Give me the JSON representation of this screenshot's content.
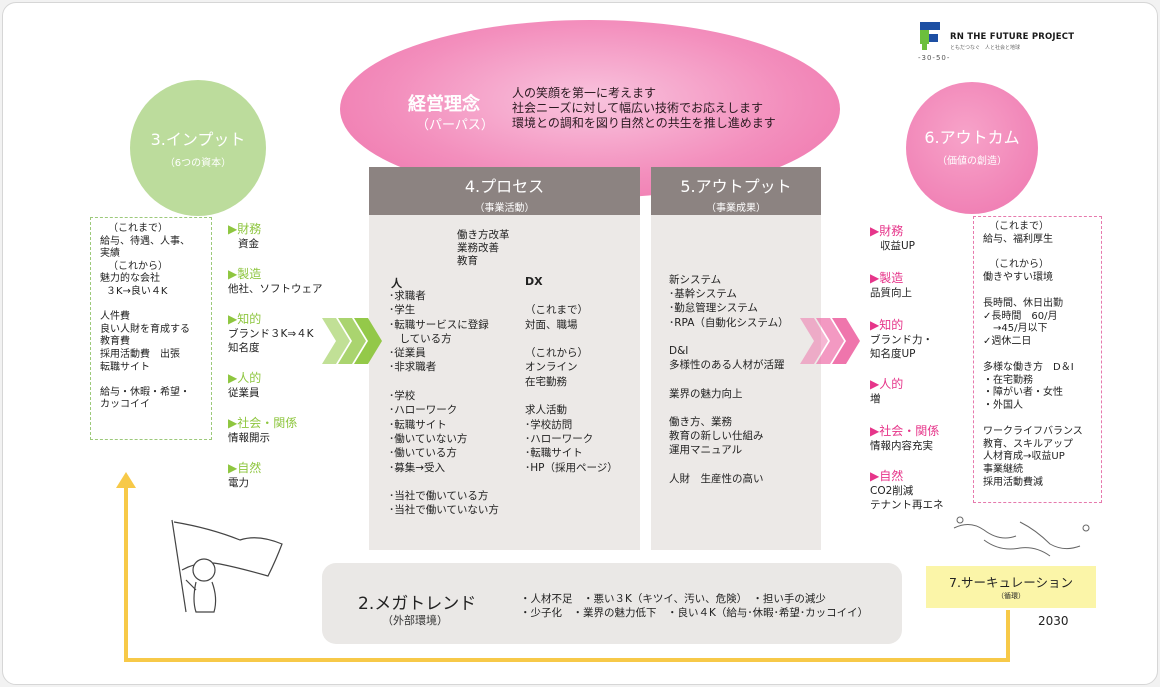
{
  "logo": {
    "title": "RN THE FUTURE PROJECT",
    "subtitle": "ともだつなぐ　人と社会と地球",
    "number": "-30-50-",
    "colors": {
      "green": "#6cbf3d",
      "blue": "#1d4fa3"
    }
  },
  "purpose": {
    "title": "経営理念",
    "subtitle": "（パーパス）",
    "lines": [
      "人の笑顔を第一に考えます",
      "社会ニーズに対して幅広い技術でお応えします",
      "環境との調和を図り自然との共生を推し進めます"
    ]
  },
  "input": {
    "title": "3.インプット",
    "subtitle": "（6つの資本）",
    "box": [
      "（これまで）",
      "給与、待遇、人事、",
      "実績",
      "",
      "（これから）",
      "魅力的な会社",
      "３K→良い４K",
      "",
      "人件費",
      "良い人財を育成する",
      "教育費",
      "採用活動費　出張",
      "転職サイト",
      "",
      "給与・休暇・希望・",
      "カッコイイ"
    ],
    "capitals": [
      {
        "label": "▶財務",
        "value": "資金"
      },
      {
        "label": "▶製造",
        "value": "他社、ソフトウェア"
      },
      {
        "label": "▶知的",
        "value": "ブランド３K⇒４K\n知名度"
      },
      {
        "label": "▶人的",
        "value": "従業員"
      },
      {
        "label": "▶社会・関係",
        "value": "情報開示"
      },
      {
        "label": "▶自然",
        "value": "電力"
      }
    ]
  },
  "process": {
    "title": "4.プロセス",
    "subtitle": "（事業活動）",
    "top": [
      "働き方改革",
      "業務改善",
      "教育"
    ],
    "left_head": "人",
    "left": [
      "･求職者",
      "･学生",
      "･転職サービスに登録",
      "　している方",
      "･従業員",
      "･非求職者",
      "",
      "･学校",
      "･ハローワーク",
      "･転職サイト",
      "･働いていない方",
      "･働いている方",
      "･募集→受入",
      "",
      "･当社で働いている方",
      "･当社で働いていない方"
    ],
    "right_head": "DX",
    "right": [
      "",
      "（これまで）",
      "対面、職場",
      "",
      "（これから）",
      "オンライン",
      "在宅勤務",
      "",
      "求人活動",
      "･学校訪問",
      "･ハローワーク",
      "･転職サイト",
      "･HP（採用ページ）"
    ]
  },
  "output": {
    "title": "5.アウトプット",
    "subtitle": "（事業成果）",
    "lines": [
      "新システム",
      "･基幹システム",
      "･勤怠管理システム",
      "･RPA（自動化システム）",
      "",
      "D&I",
      "多様性のある人材が活躍",
      "",
      "業界の魅力向上",
      "",
      "働き方、業務",
      "教育の新しい仕組み",
      "運用マニュアル",
      "",
      "人財　生産性の高い"
    ]
  },
  "outcome": {
    "title": "6.アウトカム",
    "subtitle": "（価値の創造）",
    "capitals": [
      {
        "label": "▶財務",
        "value": "収益UP"
      },
      {
        "label": "▶製造",
        "value": "品質向上"
      },
      {
        "label": "▶知的",
        "value": "ブランド力・\n知名度UP"
      },
      {
        "label": "▶人的",
        "value": "増"
      },
      {
        "label": "▶社会・関係",
        "value": "情報内容充実"
      },
      {
        "label": "▶自然",
        "value": "CO2削減\nテナント再エネ"
      }
    ],
    "box": [
      "（これまで）",
      "給与、福利厚生",
      "",
      "（これから）",
      "働きやすい環境",
      "",
      "長時間、休日出勤",
      "✓長時間　60/月",
      "　→45/月以下",
      "✓週休二日",
      "",
      "多様な働き方　D＆I",
      "・在宅勤務",
      "・障がい者・女性",
      "・外国人",
      "",
      "ワークライフバランス",
      "教育、スキルアップ",
      "人材育成→収益UP",
      "事業継続",
      "採用活動費減"
    ]
  },
  "megatrend": {
    "title": "2.メガトレンド",
    "subtitle": "（外部環境）",
    "lines": [
      "・人材不足　・悪い３K（キツイ、汚い、危険）　・担い手の減少",
      "・少子化　・業界の魅力低下　・良い４K（給与･休暇･希望･カッコイイ）"
    ]
  },
  "circulation": {
    "title": "7.サーキュレーション",
    "subtitle": "（循環）",
    "year": "2030"
  },
  "colors": {
    "green": "#8ec63f",
    "pink": "#e6358a",
    "gray_header": "#8c8381",
    "loop": "#f7c948"
  }
}
